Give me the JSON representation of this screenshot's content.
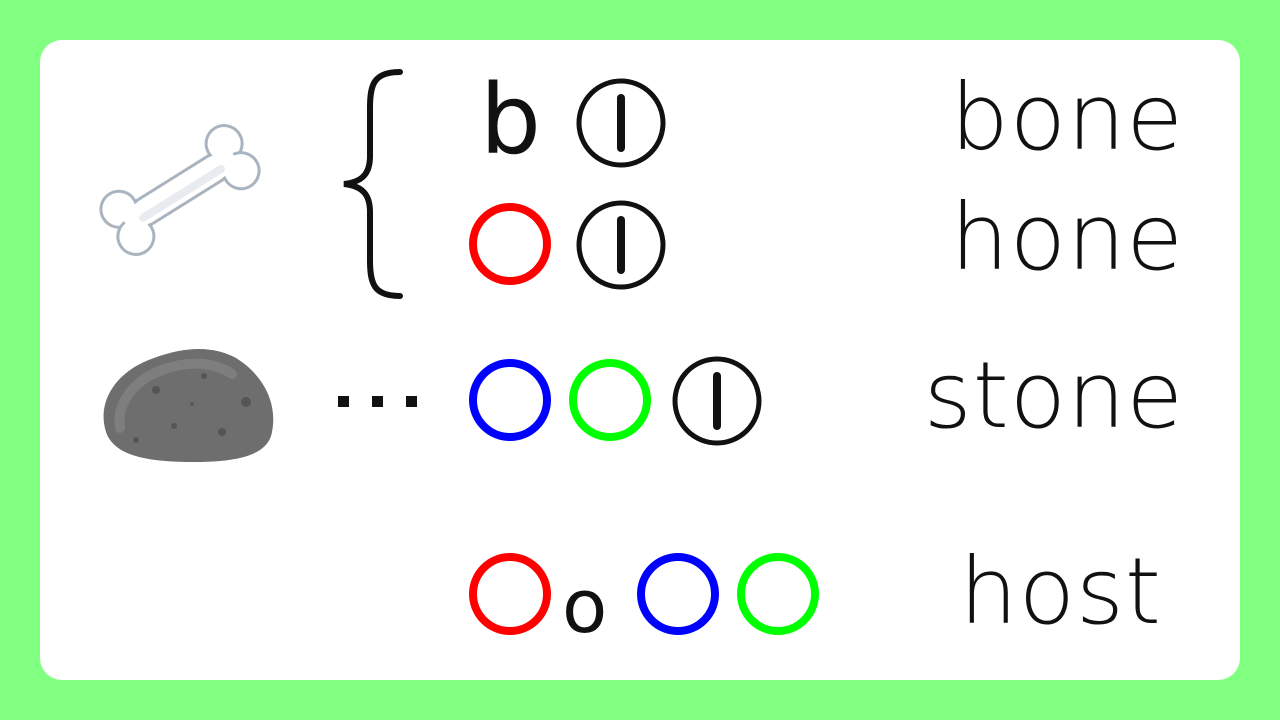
{
  "words": {
    "bone": "bone",
    "hone": "hone",
    "stone": "stone",
    "host": "host"
  },
  "letters": {
    "row1_letter": "b",
    "row4_small": "o",
    "ellipsis": "…"
  },
  "icons": {
    "bone": "bone-icon",
    "stone": "stone-icon",
    "brace": "left-curly-brace",
    "circle_with_bar": "circle-with-vertical-bar-icon",
    "empty_circle": "empty-circle-icon"
  },
  "colors": {
    "background": "#80ff80",
    "card": "#ffffff",
    "red": "#ff0000",
    "blue": "#0000ff",
    "green": "#00ff00",
    "black": "#111111"
  }
}
